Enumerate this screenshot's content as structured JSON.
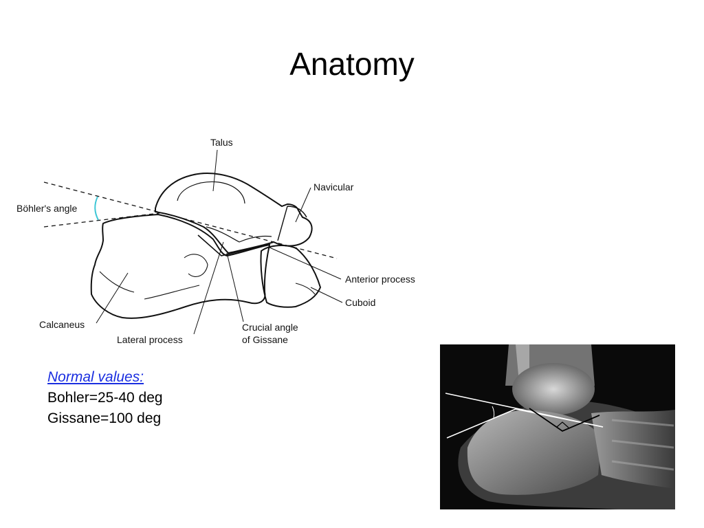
{
  "slide": {
    "title": "Anatomy"
  },
  "diagram": {
    "labels": {
      "talus": "Talus",
      "navicular": "Navicular",
      "bohlers_angle": "Böhler's angle",
      "anterior_process": "Anterior process",
      "cuboid": "Cuboid",
      "calcaneus": "Calcaneus",
      "crucial_angle_line1": "Crucial angle",
      "crucial_angle_line2": "of Gissane",
      "lateral_process": "Lateral process"
    },
    "colors": {
      "angle_arc": "#3fc7d6",
      "line": "#111111"
    }
  },
  "normal_values": {
    "heading": "Normal values:",
    "bohler": "Bohler=25-40 deg",
    "gissane": "Gissane=100 deg",
    "heading_color": "#1a2ee0"
  },
  "xray": {
    "icon": "foot-xray-image"
  }
}
